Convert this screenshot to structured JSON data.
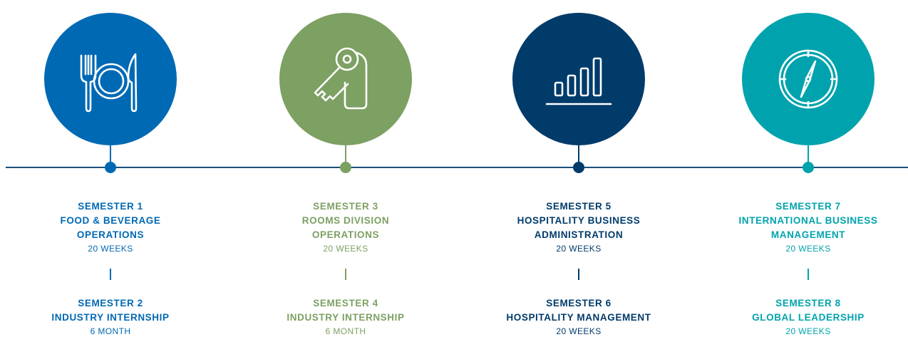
{
  "semesters": [
    {
      "color": "#0069b4",
      "icon": "fork-plate-knife-icon",
      "upper": {
        "title_1": "SEMESTER 1",
        "title_2": "FOOD & BEVERAGE",
        "title_3": "OPERATIONS",
        "duration": "20 WEEKS"
      },
      "lower": {
        "title_1": "SEMESTER 2",
        "title_2": "INDUSTRY INTERNSHIP",
        "duration": "6 MONTH"
      }
    },
    {
      "color": "#7da063",
      "icon": "key-tag-icon",
      "upper": {
        "title_1": "SEMESTER 3",
        "title_2": "ROOMS DIVISION",
        "title_3": "OPERATIONS",
        "duration": "20 WEEKS"
      },
      "lower": {
        "title_1": "SEMESTER 4",
        "title_2": "INDUSTRY INTERNSHIP",
        "duration": "6 MONTH"
      }
    },
    {
      "color": "#003b6a",
      "icon": "bar-chart-icon",
      "upper": {
        "title_1": "SEMESTER 5",
        "title_2": "HOSPITALITY BUSINESS",
        "title_3": "ADMINISTRATION",
        "duration": "20 WEEKS"
      },
      "lower": {
        "title_1": "SEMESTER 6",
        "title_2": "HOSPITALITY MANAGEMENT",
        "duration": "20 WEEKS"
      }
    },
    {
      "color": "#00a3ad",
      "icon": "compass-icon",
      "upper": {
        "title_1": "SEMESTER 7",
        "title_2": "INTERNATIONAL BUSINESS",
        "title_3": "MANAGEMENT",
        "duration": "20 WEEKS"
      },
      "lower": {
        "title_1": "SEMESTER 8",
        "title_2": "GLOBAL LEADERSHIP",
        "duration": "20 WEEKS"
      }
    }
  ]
}
